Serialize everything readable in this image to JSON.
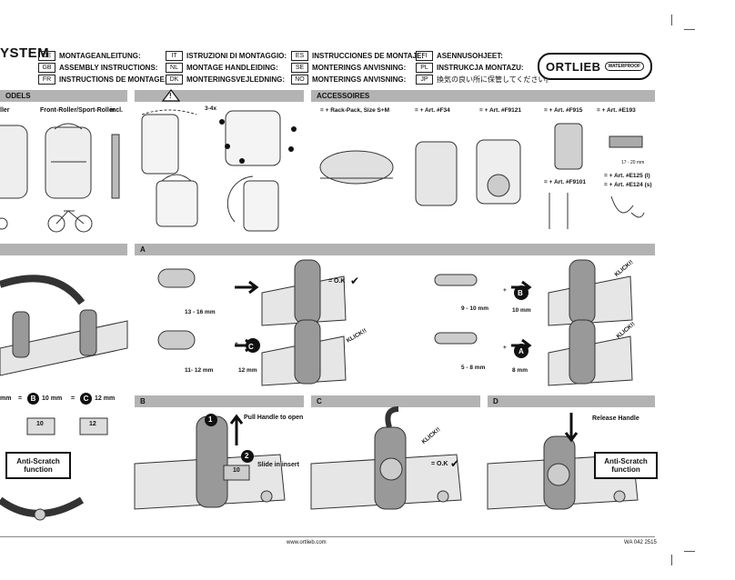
{
  "title": "YSTEM",
  "languages": {
    "col1": [
      [
        "DE",
        "MONTAGEANLEITUNG:"
      ],
      [
        "GB",
        "ASSEMBLY INSTRUCTIONS:"
      ],
      [
        "FR",
        "INSTRUCTIONS DE MONTAGE:"
      ]
    ],
    "col2": [
      [
        "IT",
        "ISTRUZIONI DI MONTAGGIO:"
      ],
      [
        "NL",
        "MONTAGE HANDLEIDING:"
      ],
      [
        "DK",
        "MONTERINGSVEJLEDNING:"
      ]
    ],
    "col3": [
      [
        "ES",
        "INSTRUCCIONES DE MONTAJE:"
      ],
      [
        "SE",
        "MONTERINGS ANVISNING:"
      ],
      [
        "NO",
        "MONTERINGS ANVISNING:"
      ]
    ],
    "col4": [
      [
        "FI",
        "ASENNUSOHJEET:"
      ],
      [
        "PL",
        "INSTRUKCJA MONTAZU:"
      ],
      [
        "JP",
        "換気の良い所に保管してください。"
      ]
    ]
  },
  "logo": {
    "brand": "ORTLIEB",
    "badge": "WATERPROOF"
  },
  "sections": {
    "models": "ODELS",
    "warning": "!",
    "accessories": "ACCESSOIRES",
    "a": "A",
    "b": "B",
    "c": "C",
    "d": "D"
  },
  "models": {
    "roller": "ller",
    "front_roller": "Front-Roller/Sport-Roller",
    "incl": "incl."
  },
  "warning_panel": {
    "count": "3-4x"
  },
  "accessories": {
    "rack_pack": "= + Rack-Pack, Size S+M",
    "f34": "= + Art. #F34",
    "f9121": "= + Art. #F9121",
    "f915": "= + Art. #F915",
    "e193": "= + Art. #E193",
    "f9101": "= + Art. #F9101",
    "e125": "= + Art. #E125 (l)",
    "e124": "= + Art. #E124 (s)",
    "range": "17 - 20 mm"
  },
  "step_a": {
    "d1": "13 - 16 mm",
    "ok": "= O.K",
    "d2": "11- 12 mm",
    "c_mm": "12 mm",
    "click1": "KLICK!!",
    "d3": "9 - 10 mm",
    "b_mm": "10 mm",
    "click2": "KLICK!!",
    "d4": "5 - 8 mm",
    "a_mm": "8 mm",
    "click3": "KLICK!!",
    "plus": "+",
    "letter_b": "B",
    "letter_c": "C",
    "letter_a": "A"
  },
  "left_panel": {
    "mm": "mm",
    "eq1": "=",
    "b10": "10 mm",
    "eq2": "=",
    "c12": "12 mm",
    "insert1": "10",
    "insert2": "12",
    "anti_scratch": "Anti-Scratch function"
  },
  "step_b": {
    "n1": "1",
    "pull": "Pull Handle to open",
    "n2": "2",
    "slide": "Slide in insert",
    "insert": "10"
  },
  "step_c": {
    "click": "KLICK!!",
    "ok": "= O.K"
  },
  "step_d": {
    "release": "Release Handle",
    "anti_scratch": "Anti-Scratch function"
  },
  "footer": {
    "url": "www.ortlieb.com",
    "code": "WA 042 2515"
  }
}
